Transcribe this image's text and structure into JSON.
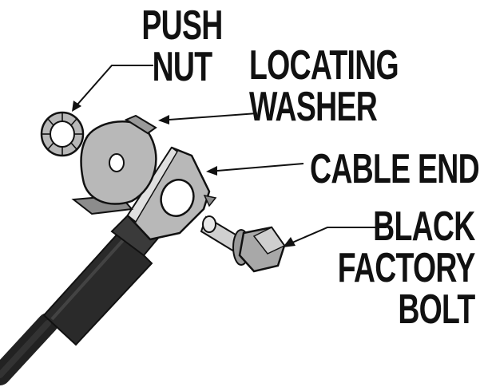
{
  "labels": {
    "push_nut": [
      "PUSH",
      "NUT"
    ],
    "locating_washer": [
      "LOCATING",
      "WASHER"
    ],
    "cable_end": [
      "CABLE END"
    ],
    "black_factory_bolt": [
      "BLACK",
      "FACTORY",
      "BOLT"
    ]
  },
  "colors": {
    "ink": "#111111",
    "metal_fill": "#b8b8b8",
    "metal_shade": "#8c8c8c",
    "cable_dark": "#2a2a2a",
    "background": "#ffffff"
  }
}
